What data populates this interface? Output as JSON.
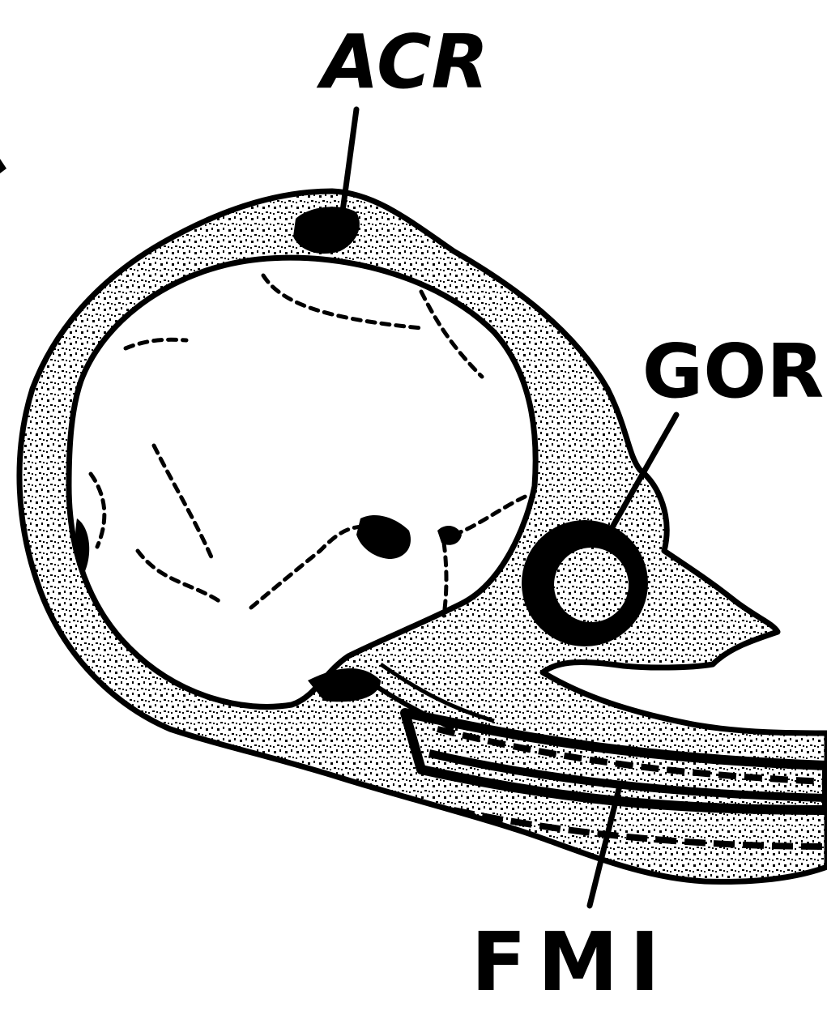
{
  "diagram": {
    "labels": {
      "acr": "ACR",
      "gor": "GOR",
      "fmi": "FMI"
    },
    "colors": {
      "ink": "#000000",
      "paper": "#ffffff"
    }
  }
}
